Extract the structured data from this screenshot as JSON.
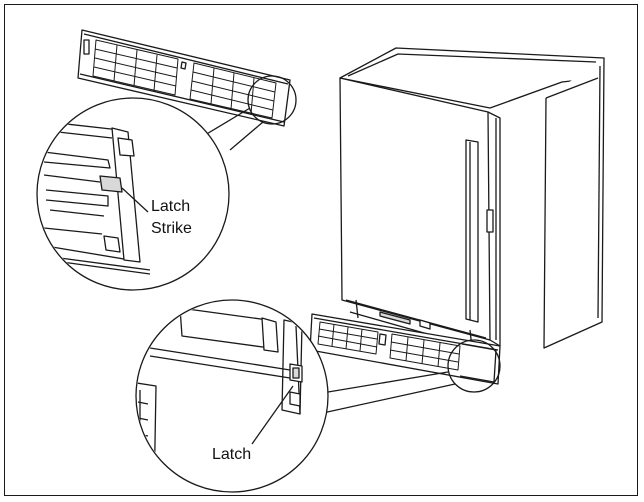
{
  "labels": {
    "latch_strike_line1": "Latch",
    "latch_strike_line2": "Strike",
    "latch": "Latch"
  },
  "colors": {
    "line": "#1a1a1a",
    "fill": "#ffffff",
    "shade": "#d9d9d9"
  }
}
